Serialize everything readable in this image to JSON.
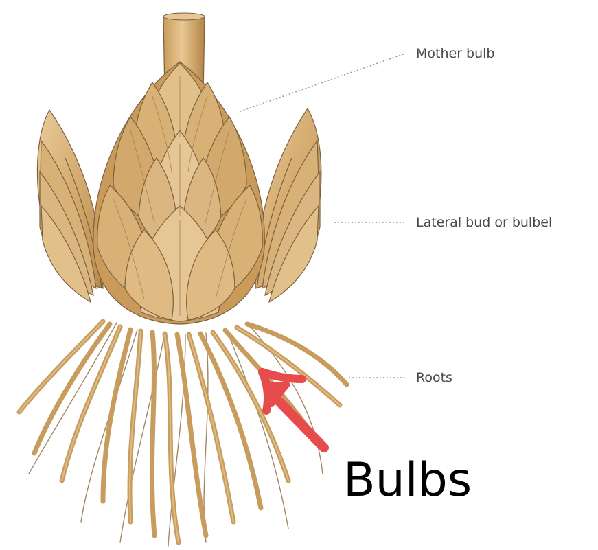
{
  "diagram": {
    "labels": {
      "mother_bulb": "Mother bulb",
      "lateral_bud": "Lateral bud or bulbel",
      "roots": "Roots"
    },
    "annotation": {
      "text": "Bulbs",
      "arrow_color": "#e84b4b"
    },
    "colors": {
      "scale_fill": "#d2a86c",
      "scale_light": "#e6c695",
      "scale_dark": "#b48545",
      "outline": "#7b6040",
      "root": "#c79c5d",
      "root_dark": "#8a6a3d",
      "leader_line": "#9a9a9a",
      "label_text": "#4a4a4a"
    },
    "icons": [
      "lily-bulb-illustration",
      "red-arrow-icon"
    ]
  }
}
